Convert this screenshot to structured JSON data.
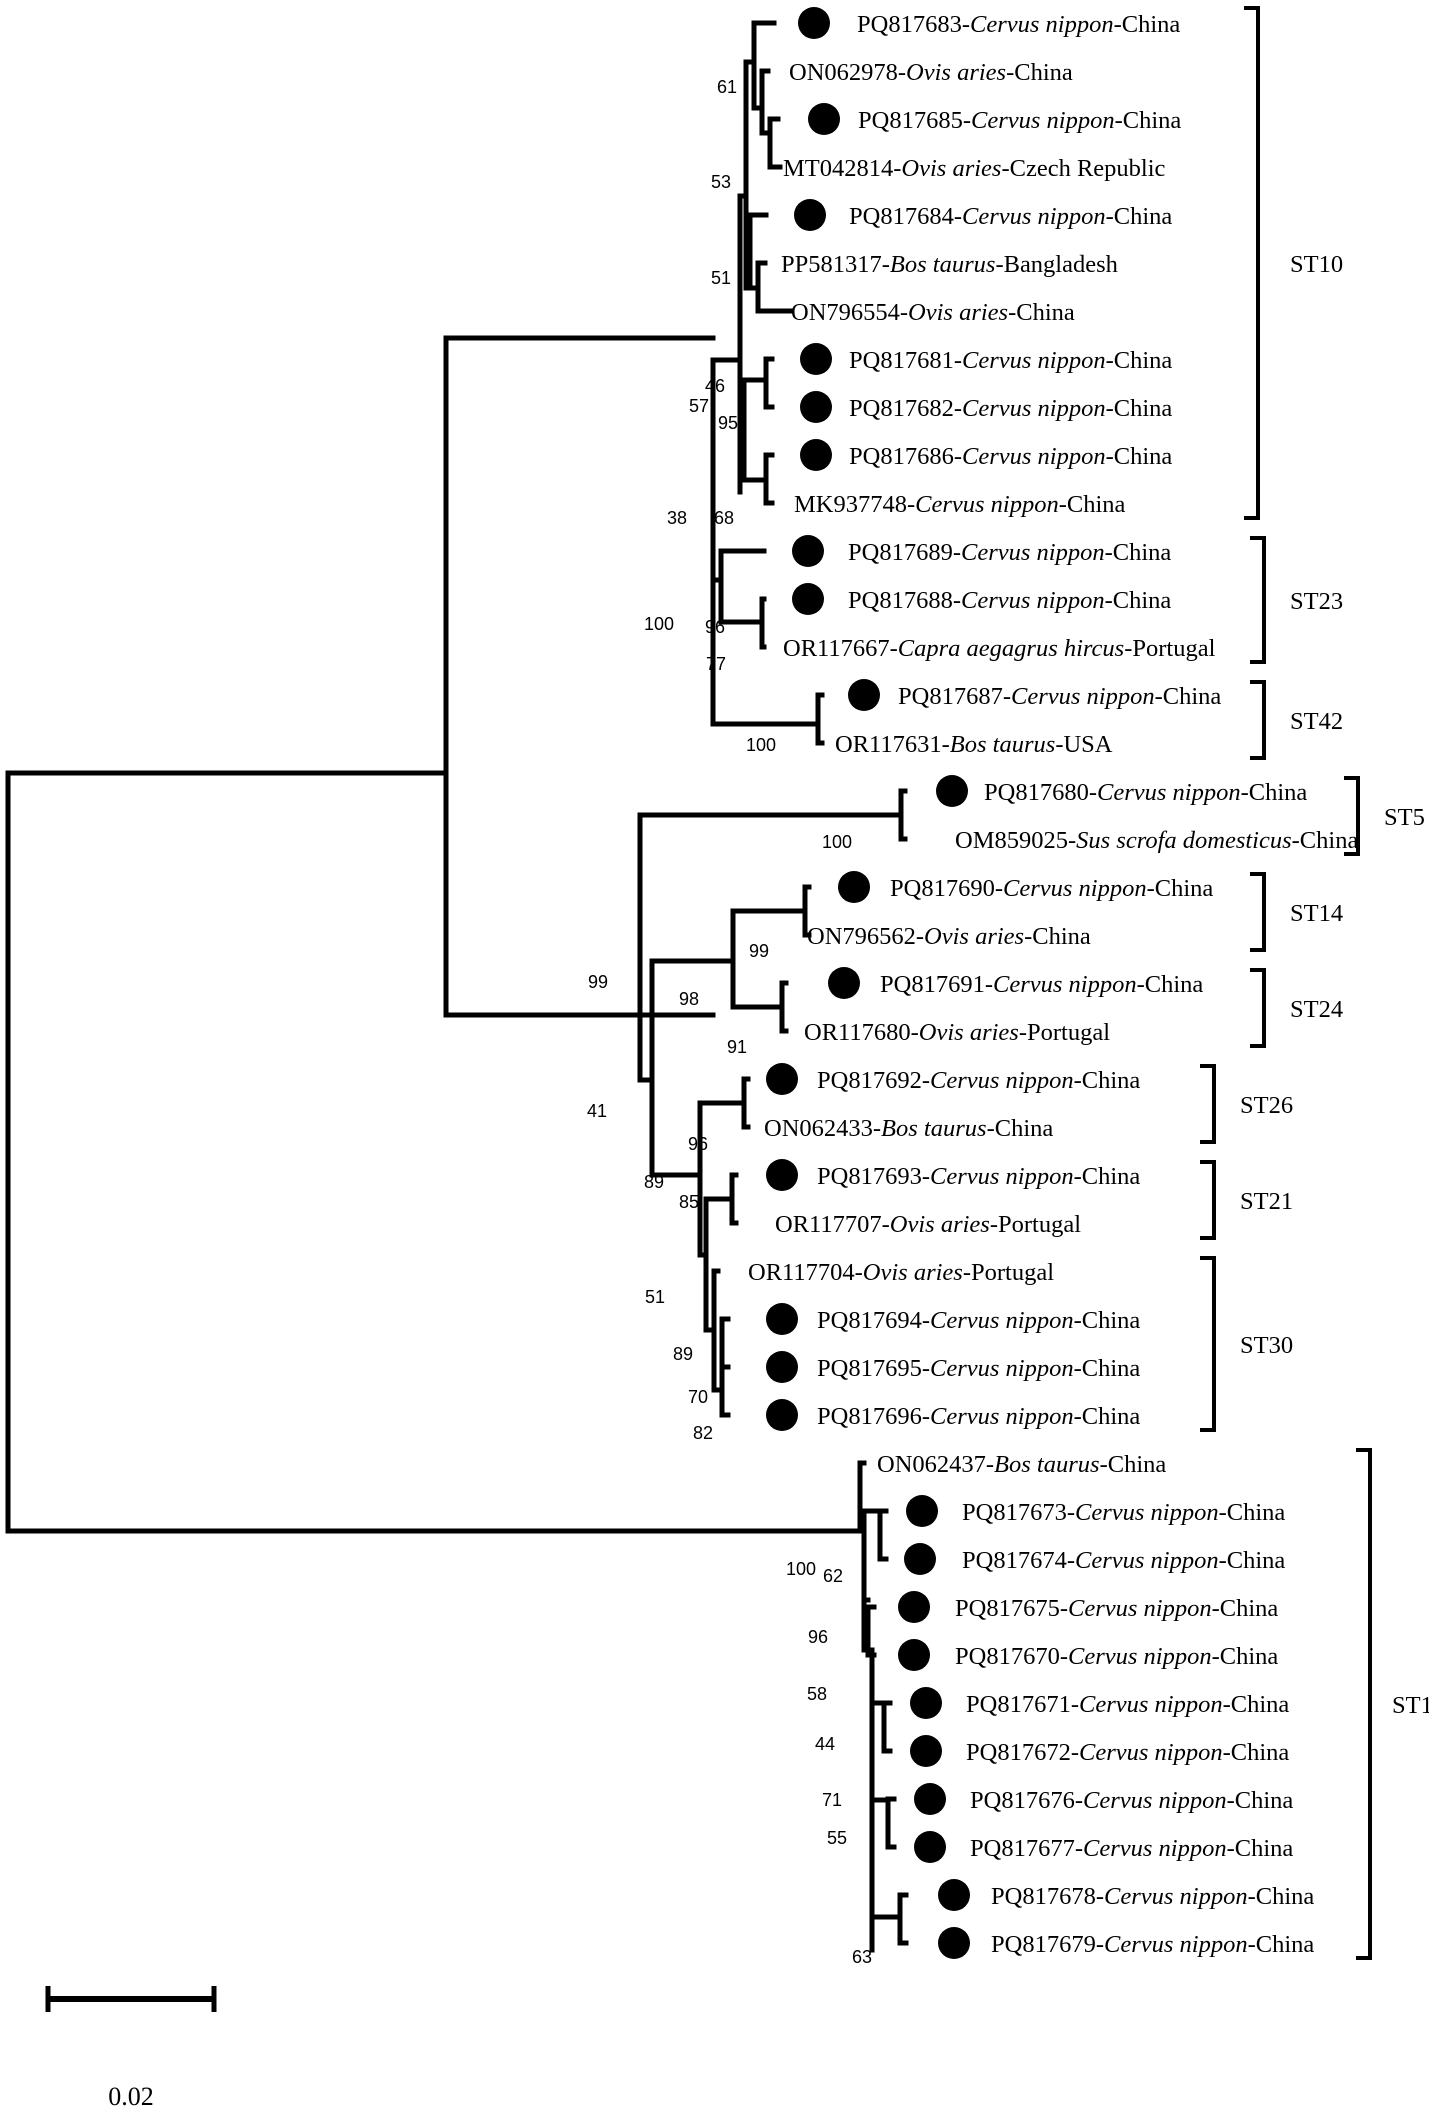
{
  "tree": {
    "leaves": [
      {
        "id": "L1",
        "accession": "PQ817683",
        "species": "Cervus nippon",
        "country": "China",
        "sample": true
      },
      {
        "id": "L2",
        "accession": "ON062978",
        "species": "Ovis aries",
        "country": "China",
        "sample": false
      },
      {
        "id": "L3",
        "accession": "PQ817685",
        "species": "Cervus nippon",
        "country": "China",
        "sample": true
      },
      {
        "id": "L4",
        "accession": "MT042814",
        "species": "Ovis aries",
        "country": "Czech Republic",
        "sample": false
      },
      {
        "id": "L5",
        "accession": "PQ817684",
        "species": "Cervus nippon",
        "country": "China",
        "sample": true
      },
      {
        "id": "L6",
        "accession": "PP581317",
        "species": "Bos taurus",
        "country": "Bangladesh",
        "sample": false
      },
      {
        "id": "L7",
        "accession": "ON796554",
        "species": "Ovis aries",
        "country": "China",
        "sample": false
      },
      {
        "id": "L8",
        "accession": "PQ817681",
        "species": "Cervus nippon",
        "country": "China",
        "sample": true
      },
      {
        "id": "L9",
        "accession": "PQ817682",
        "species": "Cervus nippon",
        "country": "China",
        "sample": true
      },
      {
        "id": "L10",
        "accession": "PQ817686",
        "species": "Cervus nippon",
        "country": "China",
        "sample": true
      },
      {
        "id": "L11",
        "accession": "MK937748",
        "species": "Cervus nippon",
        "country": "China",
        "sample": false
      },
      {
        "id": "L12",
        "accession": "PQ817689",
        "species": "Cervus nippon",
        "country": "China",
        "sample": true
      },
      {
        "id": "L13",
        "accession": "PQ817688",
        "species": "Cervus nippon",
        "country": "China",
        "sample": true
      },
      {
        "id": "L14",
        "accession": "OR117667",
        "species": "Capra aegagrus hircus",
        "country": "Portugal",
        "sample": false
      },
      {
        "id": "L15",
        "accession": "PQ817687",
        "species": "Cervus nippon",
        "country": "China",
        "sample": true
      },
      {
        "id": "L16",
        "accession": "OR117631",
        "species": "Bos taurus",
        "country": "USA",
        "sample": false
      },
      {
        "id": "L17",
        "accession": "PQ817680",
        "species": "Cervus nippon",
        "country": "China",
        "sample": true
      },
      {
        "id": "L18",
        "accession": "OM859025",
        "species": "Sus scrofa domesticus",
        "country": "China",
        "sample": false
      },
      {
        "id": "L19",
        "accession": "PQ817690",
        "species": "Cervus nippon",
        "country": "China",
        "sample": true
      },
      {
        "id": "L20",
        "accession": "ON796562",
        "species": "Ovis aries",
        "country": "China",
        "sample": false
      },
      {
        "id": "L21",
        "accession": "PQ817691",
        "species": "Cervus nippon",
        "country": "China",
        "sample": true
      },
      {
        "id": "L22",
        "accession": "OR117680",
        "species": "Ovis aries",
        "country": "Portugal",
        "sample": false
      },
      {
        "id": "L23",
        "accession": "PQ817692",
        "species": "Cervus nippon",
        "country": "China",
        "sample": true
      },
      {
        "id": "L24",
        "accession": "ON062433",
        "species": "Bos taurus",
        "country": "China",
        "sample": false
      },
      {
        "id": "L25",
        "accession": "PQ817693",
        "species": "Cervus nippon",
        "country": "China",
        "sample": true
      },
      {
        "id": "L26",
        "accession": "OR117707",
        "species": "Ovis aries",
        "country": "Portugal",
        "sample": false
      },
      {
        "id": "L27",
        "accession": "OR117704",
        "species": "Ovis aries",
        "country": "Portugal",
        "sample": false
      },
      {
        "id": "L28",
        "accession": "PQ817694",
        "species": "Cervus nippon",
        "country": "China",
        "sample": true
      },
      {
        "id": "L29",
        "accession": "PQ817695",
        "species": "Cervus nippon",
        "country": "China",
        "sample": true
      },
      {
        "id": "L30",
        "accession": "PQ817696",
        "species": "Cervus nippon",
        "country": "China",
        "sample": true
      },
      {
        "id": "L31",
        "accession": "ON062437",
        "species": "Bos taurus",
        "country": "China",
        "sample": false
      },
      {
        "id": "L32",
        "accession": "PQ817673",
        "species": "Cervus nippon",
        "country": "China",
        "sample": true
      },
      {
        "id": "L33",
        "accession": "PQ817674",
        "species": "Cervus nippon",
        "country": "China",
        "sample": true
      },
      {
        "id": "L34",
        "accession": "PQ817675",
        "species": "Cervus nippon",
        "country": "China",
        "sample": true
      },
      {
        "id": "L35",
        "accession": "PQ817670",
        "species": "Cervus nippon",
        "country": "China",
        "sample": true
      },
      {
        "id": "L36",
        "accession": "PQ817671",
        "species": "Cervus nippon",
        "country": "China",
        "sample": true
      },
      {
        "id": "L37",
        "accession": "PQ817672",
        "species": "Cervus nippon",
        "country": "China",
        "sample": true
      },
      {
        "id": "L38",
        "accession": "PQ817676",
        "species": "Cervus nippon",
        "country": "China",
        "sample": true
      },
      {
        "id": "L39",
        "accession": "PQ817677",
        "species": "Cervus nippon",
        "country": "China",
        "sample": true
      },
      {
        "id": "L40",
        "accession": "PQ817678",
        "species": "Cervus nippon",
        "country": "China",
        "sample": true
      },
      {
        "id": "L41",
        "accession": "PQ817679",
        "species": "Cervus nippon",
        "country": "China",
        "sample": true
      }
    ],
    "bootstrap_values": [
      "61",
      "53",
      "51",
      "46",
      "57",
      "95",
      "38",
      "68",
      "100",
      "96",
      "77",
      "100",
      "100",
      "99",
      "99",
      "98",
      "91",
      "41",
      "96",
      "89",
      "85",
      "51",
      "89",
      "70",
      "82",
      "100",
      "62",
      "96",
      "58",
      "44",
      "71",
      "55",
      "63"
    ],
    "sequence_types": [
      {
        "label": "ST10"
      },
      {
        "label": "ST23"
      },
      {
        "label": "ST42"
      },
      {
        "label": "ST5"
      },
      {
        "label": "ST14"
      },
      {
        "label": "ST24"
      },
      {
        "label": "ST26"
      },
      {
        "label": "ST21"
      },
      {
        "label": "ST30"
      },
      {
        "label": "ST1"
      }
    ],
    "scale_bar": {
      "value": 0.02,
      "label": "0.02"
    }
  }
}
